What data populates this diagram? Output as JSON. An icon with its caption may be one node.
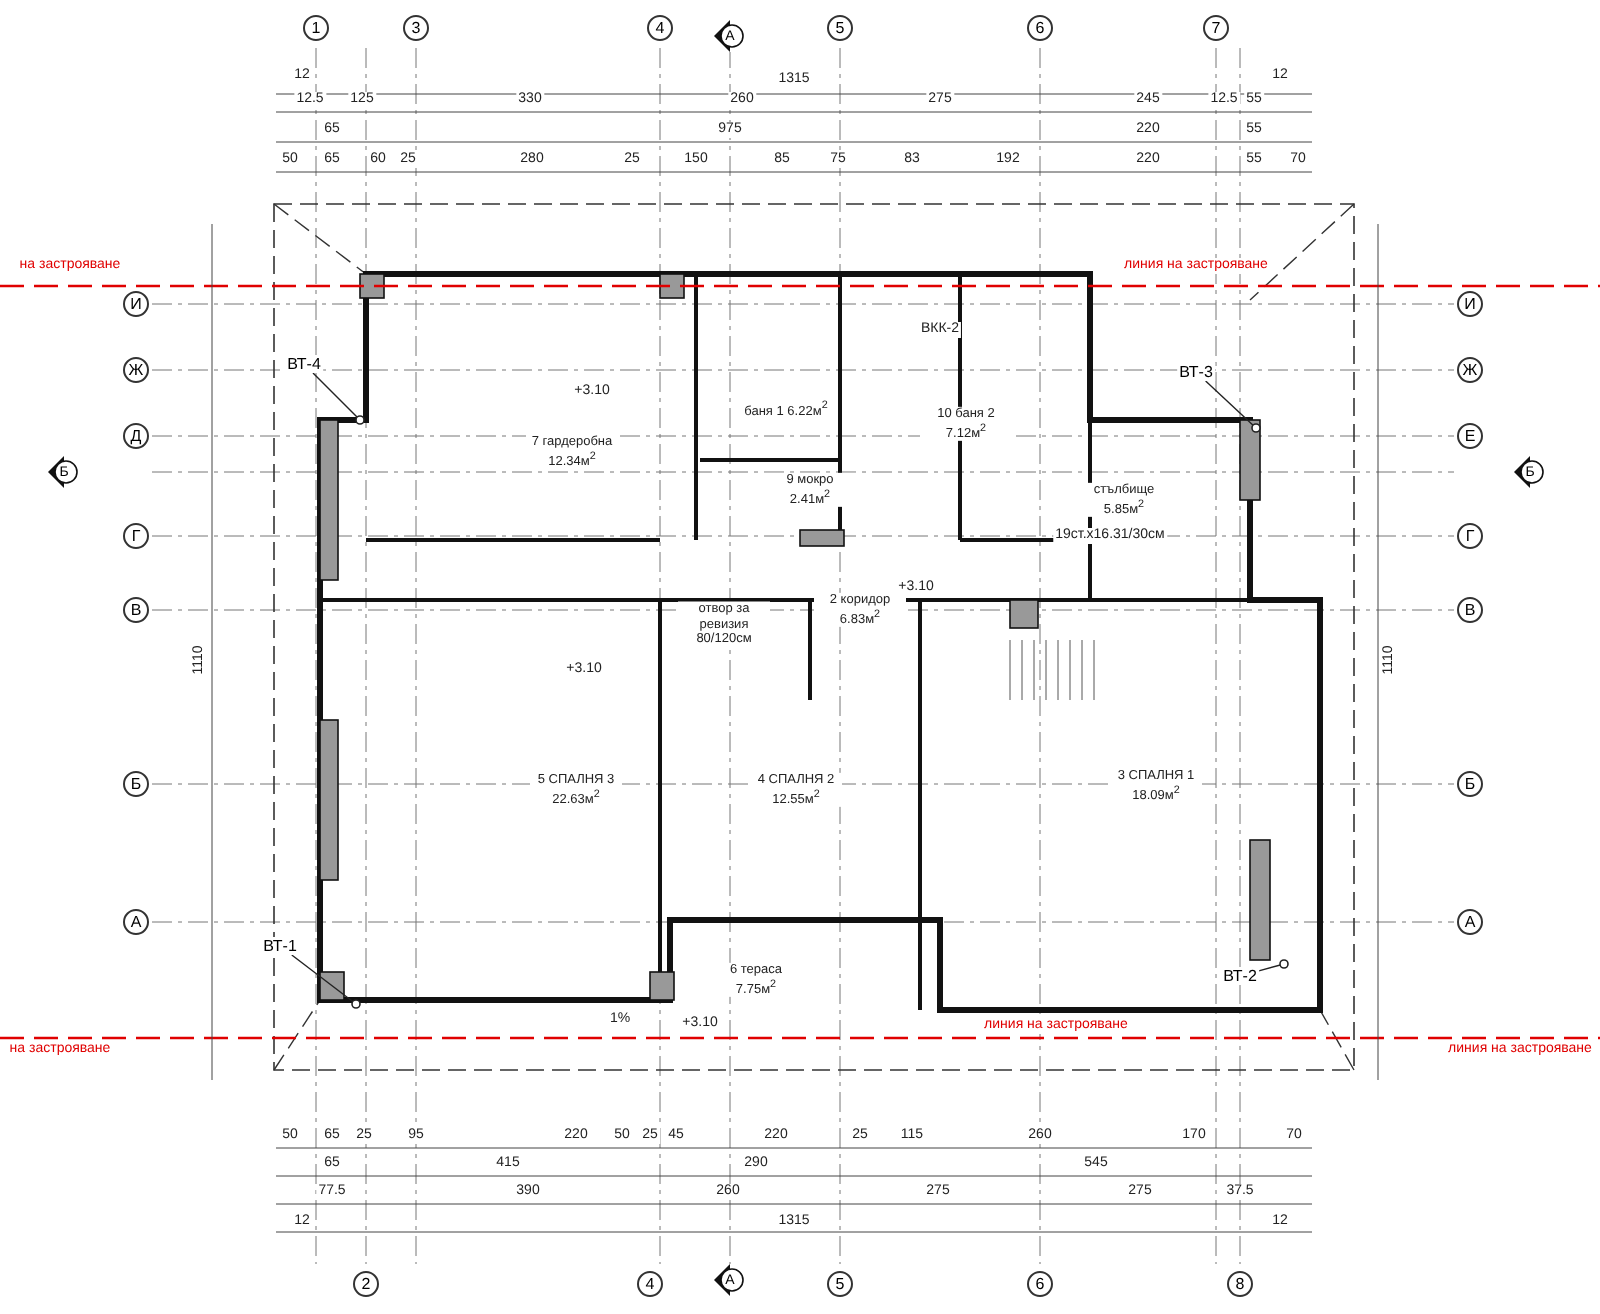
{
  "diagram": {
    "nodes": [
      {
        "text": [
          "1"
        ]
      },
      {
        "text": [
          "3"
        ]
      },
      {
        "text": [
          "4"
        ]
      },
      {
        "text": [
          "А"
        ]
      },
      {
        "text": [
          "5"
        ]
      },
      {
        "text": [
          "6"
        ]
      },
      {
        "text": [
          "7"
        ]
      },
      {
        "text": [
          "И"
        ]
      },
      {
        "text": [
          "И"
        ]
      },
      {
        "text": [
          "Ж"
        ]
      },
      {
        "text": [
          "Ж"
        ]
      },
      {
        "text": [
          "Д"
        ]
      },
      {
        "text": [
          "Е"
        ]
      },
      {
        "text": [
          "Б"
        ]
      },
      {
        "text": [
          "Б"
        ]
      },
      {
        "text": [
          "Г"
        ]
      },
      {
        "text": [
          "Г"
        ]
      },
      {
        "text": [
          "В"
        ]
      },
      {
        "text": [
          "В"
        ]
      },
      {
        "text": [
          "Б"
        ]
      },
      {
        "text": [
          "Б"
        ]
      },
      {
        "text": [
          "А"
        ]
      },
      {
        "text": [
          "А"
        ]
      },
      {
        "text": [
          "ВТ-4"
        ]
      },
      {
        "text": [
          "ВТ-3"
        ]
      },
      {
        "text": [
          "ВТ-1"
        ]
      },
      {
        "text": [
          "ВТ-2"
        ]
      },
      {
        "text": [
          "2"
        ]
      },
      {
        "text": [
          "4"
        ]
      },
      {
        "text": [
          "А"
        ]
      },
      {
        "text": [
          "5"
        ]
      },
      {
        "text": [
          "6"
        ]
      },
      {
        "text": [
          "8"
        ]
      }
    ],
    "edges": [
      {
        "from": 23,
        "to": null,
        "arrow": "other"
      },
      {
        "from": 24,
        "to": null,
        "arrow": "other"
      },
      {
        "from": 25,
        "to": null,
        "arrow": "other"
      },
      {
        "from": 26,
        "to": null,
        "arrow": "other"
      }
    ],
    "labels": [
      "12",
      "1315",
      "12",
      "12.5",
      "125",
      "330",
      "260",
      "275",
      "245",
      "12.5",
      "55",
      "65",
      "975",
      "220",
      "55",
      "50",
      "65",
      "60",
      "25",
      "280",
      "25",
      "150",
      "85",
      "75",
      "83",
      "192",
      "220",
      "55",
      "70",
      "на застрояване",
      "линия на застрояване",
      "+3.10",
      "7 гардеробна 12.34м$^{2}$",
      "баня 1 6.22м$^{2}$",
      "ВКК-2",
      "10 баня 2 7.12м$^{2}$",
      "9 мокро 2.41м$^{2}$",
      "стълбище 5.85м$^{2}$",
      "19ст.x16.31/30см",
      "отвор за ревизия 80/120см",
      "2 коридор 6.83м$^{2}$",
      "+3.10",
      "+3.10",
      "5 СПАЛНЯ 3 22.63м$^{2}$",
      "4 СПАЛНЯ 2 12.55м$^{2}$",
      "3 СПАЛНЯ 1 18.09м$^{2}$",
      "6 тераса 7.75м$^{2}$",
      "1%",
      "+3.10",
      "на застрояване",
      "линия на застрояване",
      "линия на застрояване",
      "50",
      "65",
      "25",
      "95",
      "220",
      "50",
      "25",
      "45",
      "220",
      "25",
      "115",
      "260",
      "170",
      "70",
      "65",
      "415",
      "290",
      "545",
      "77.5",
      "390",
      "260",
      "275",
      "275",
      "37.5",
      "12",
      "1315",
      "12",
      "1110",
      "1110"
    ]
  }
}
